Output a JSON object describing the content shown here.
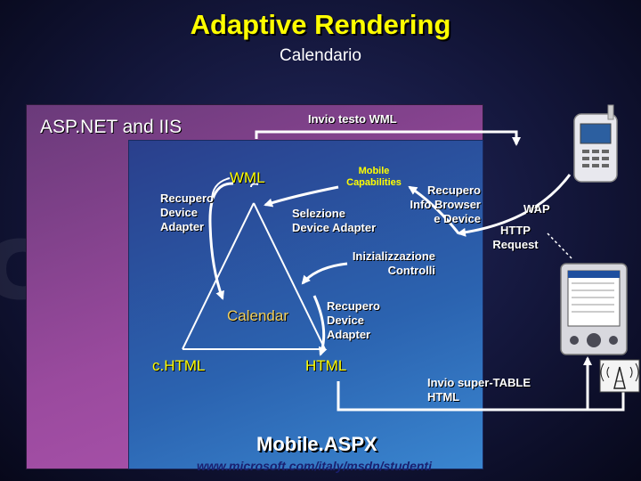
{
  "background_watermark": "cHTML",
  "slide": {
    "title": "Adaptive Rendering",
    "subtitle": "Calendario"
  },
  "boxes": {
    "outer_label": "ASP.NET and IIS",
    "inner_label": "Mobile.ASPX",
    "footer_url": "www.microsoft.com/italy/msdn/studenti"
  },
  "nodes": {
    "wml": "WML",
    "chtml": "c.HTML",
    "html": "HTML",
    "calendar": "Calendar",
    "mobile_capabilities": [
      "Mobile",
      "Capabilities"
    ]
  },
  "steps": {
    "recupero_device_adapter_left": [
      "Recupero",
      "Device",
      "Adapter"
    ],
    "selezione_device_adapter": [
      "Selezione",
      "Device Adapter"
    ],
    "recupero_info": [
      "Recupero",
      "Info Browser",
      "e Device"
    ],
    "inizializzazione_controlli": [
      "Inizializzazione",
      "Controlli"
    ],
    "recupero_device_adapter_html": [
      "Recupero",
      "Device",
      "Adapter"
    ]
  },
  "connections": {
    "invio_testo_wml": "Invio testo WML",
    "wap": "WAP",
    "http_request": [
      "HTTP",
      "Request"
    ],
    "invio_super_table": [
      "Invio super-TABLE",
      "HTML"
    ]
  },
  "colors": {
    "title": "#ffff00",
    "outer_box": "#9a4a9e",
    "inner_box": "#2b63b0",
    "node_labels": "#ffff00",
    "step_labels": "#ffffff"
  },
  "icons": [
    "mobile-phone-icon",
    "pocket-pc-icon",
    "broadcast-tower-icon"
  ]
}
